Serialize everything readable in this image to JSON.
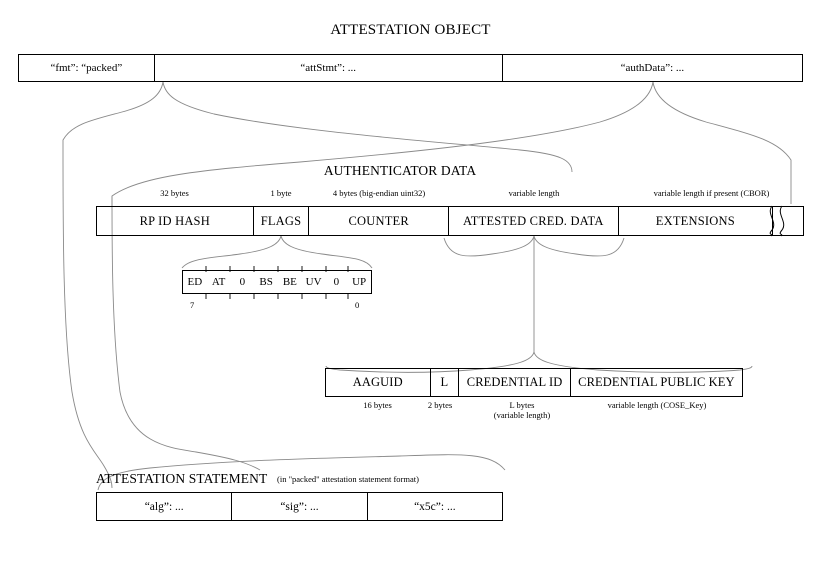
{
  "diagram": {
    "title": "ATTESTATION OBJECT"
  },
  "attestation_object": {
    "fields": [
      {
        "label": "“fmt”: “packed”"
      },
      {
        "label": "“attStmt”: ..."
      },
      {
        "label": "“authData”: ..."
      }
    ]
  },
  "authenticator_data": {
    "title": "AUTHENTICATOR DATA",
    "fields": [
      {
        "label": "RP ID HASH",
        "size": "32 bytes"
      },
      {
        "label": "FLAGS",
        "size": "1 byte"
      },
      {
        "label": "COUNTER",
        "size": "4 bytes (big-endian uint32)"
      },
      {
        "label": "ATTESTED CRED. DATA",
        "size": "variable length"
      },
      {
        "label": "EXTENSIONS",
        "size": "variable length if present (CBOR)"
      }
    ]
  },
  "flags_byte": {
    "bits": [
      "ED",
      "AT",
      "0",
      "BS",
      "BE",
      "UV",
      "0",
      "UP"
    ],
    "high_bit_label": "7",
    "low_bit_label": "0"
  },
  "attested_credential_data": {
    "fields": [
      {
        "label": "AAGUID",
        "size": "16 bytes"
      },
      {
        "label": "L",
        "size": "2 bytes"
      },
      {
        "label": "CREDENTIAL ID",
        "size": "L bytes",
        "size2": "(variable length)"
      },
      {
        "label": "CREDENTIAL PUBLIC KEY",
        "size": "variable length (COSE_Key)"
      }
    ]
  },
  "attestation_statement": {
    "title": "ATTESTATION STATEMENT",
    "note": "(in \"packed\" attestation statement format)",
    "fields": [
      {
        "label": "“alg”: ..."
      },
      {
        "label": "“sig”: ..."
      },
      {
        "label": "“x5c”: ..."
      }
    ]
  },
  "colors": {
    "stroke": "#000000",
    "connector": "#8a8a8a",
    "background": "#ffffff"
  }
}
